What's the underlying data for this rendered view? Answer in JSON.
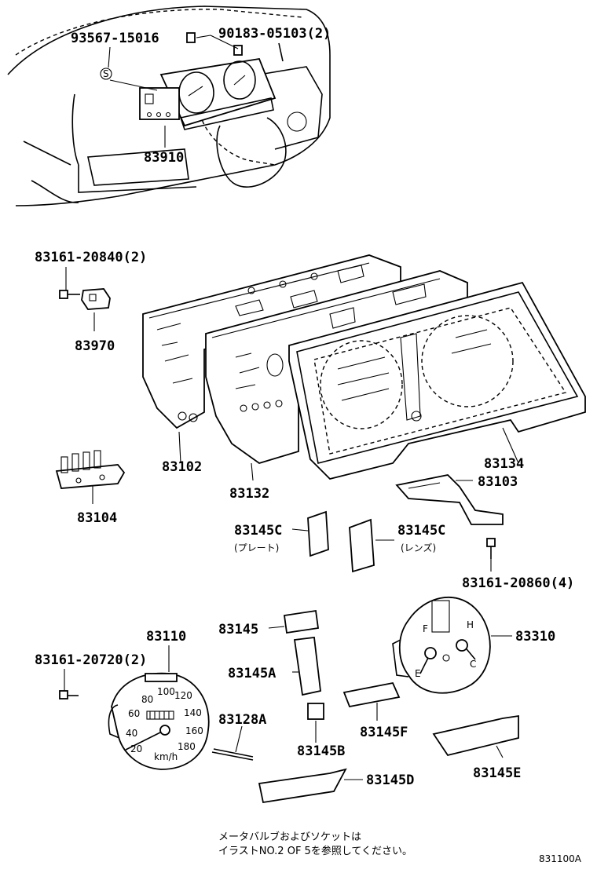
{
  "parts": {
    "p93567": "93567-15016",
    "p90183": "90183-05103(2)",
    "p83910": "83910",
    "p83161a": "83161-20840(2)",
    "p83970": "83970",
    "p83102": "83102",
    "p83132": "83132",
    "p83134": "83134",
    "p83103": "83103",
    "p83104": "83104",
    "p83145C_plate": "83145C",
    "p83145C_plate_sub": "(プレート)",
    "p83145C_lens": "83145C",
    "p83145C_lens_sub": "(レンズ)",
    "p83161b": "83161-20860(4)",
    "p83145": "83145",
    "p83110": "83110",
    "p83310": "83310",
    "p83161c": "83161-20720(2)",
    "p83145A": "83145A",
    "p83128A": "83128A",
    "p83145F": "83145F",
    "p83145B": "83145B",
    "p83145D": "83145D",
    "p83145E": "83145E"
  },
  "gauge_marks": {
    "speedo": [
      "20",
      "40",
      "60",
      "80",
      "100",
      "120",
      "140",
      "160",
      "180"
    ],
    "unit": "km/h",
    "fuel_e": "E",
    "fuel_f": "F",
    "temp_c": "C",
    "temp_h": "H"
  },
  "note": {
    "line1": "メータバルブおよびソケットは",
    "line2": "イラストNO.2 OF 5を参照してください。"
  },
  "figure_code": "831100A"
}
